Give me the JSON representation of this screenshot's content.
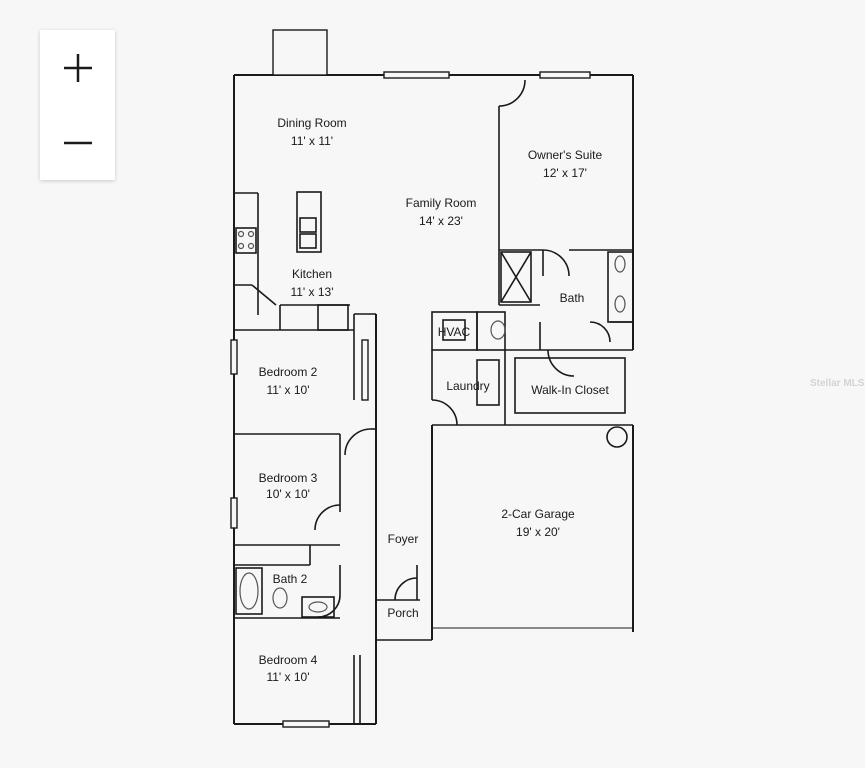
{
  "controls": {
    "zoom_in_icon": "plus-icon",
    "zoom_out_icon": "minus-icon"
  },
  "rooms": {
    "dining": {
      "name": "Dining Room",
      "size": "11' x 11'"
    },
    "family": {
      "name": "Family Room",
      "size": "14' x 23'"
    },
    "owners": {
      "name": "Owner's Suite",
      "size": "12' x 17'"
    },
    "kitchen": {
      "name": "Kitchen",
      "size": "11' x 13'"
    },
    "bath": {
      "name": "Bath"
    },
    "hvac": {
      "name": "HVAC"
    },
    "bedroom2": {
      "name": "Bedroom 2",
      "size": "11' x 10'"
    },
    "laundry": {
      "name": "Laundry"
    },
    "walkin": {
      "name": "Walk-In Closet"
    },
    "bedroom3": {
      "name": "Bedroom 3",
      "size": "10' x 10'"
    },
    "garage": {
      "name": "2-Car Garage",
      "size": "19' x 20'"
    },
    "foyer": {
      "name": "Foyer"
    },
    "bath2": {
      "name": "Bath 2"
    },
    "porch": {
      "name": "Porch"
    },
    "bedroom4": {
      "name": "Bedroom 4",
      "size": "11' x 10'"
    }
  },
  "watermark": {
    "text": "Stellar MLS"
  },
  "colors": {
    "wall": "#1a1a1a",
    "background": "#f7f7f7",
    "fixture": "#555555"
  }
}
